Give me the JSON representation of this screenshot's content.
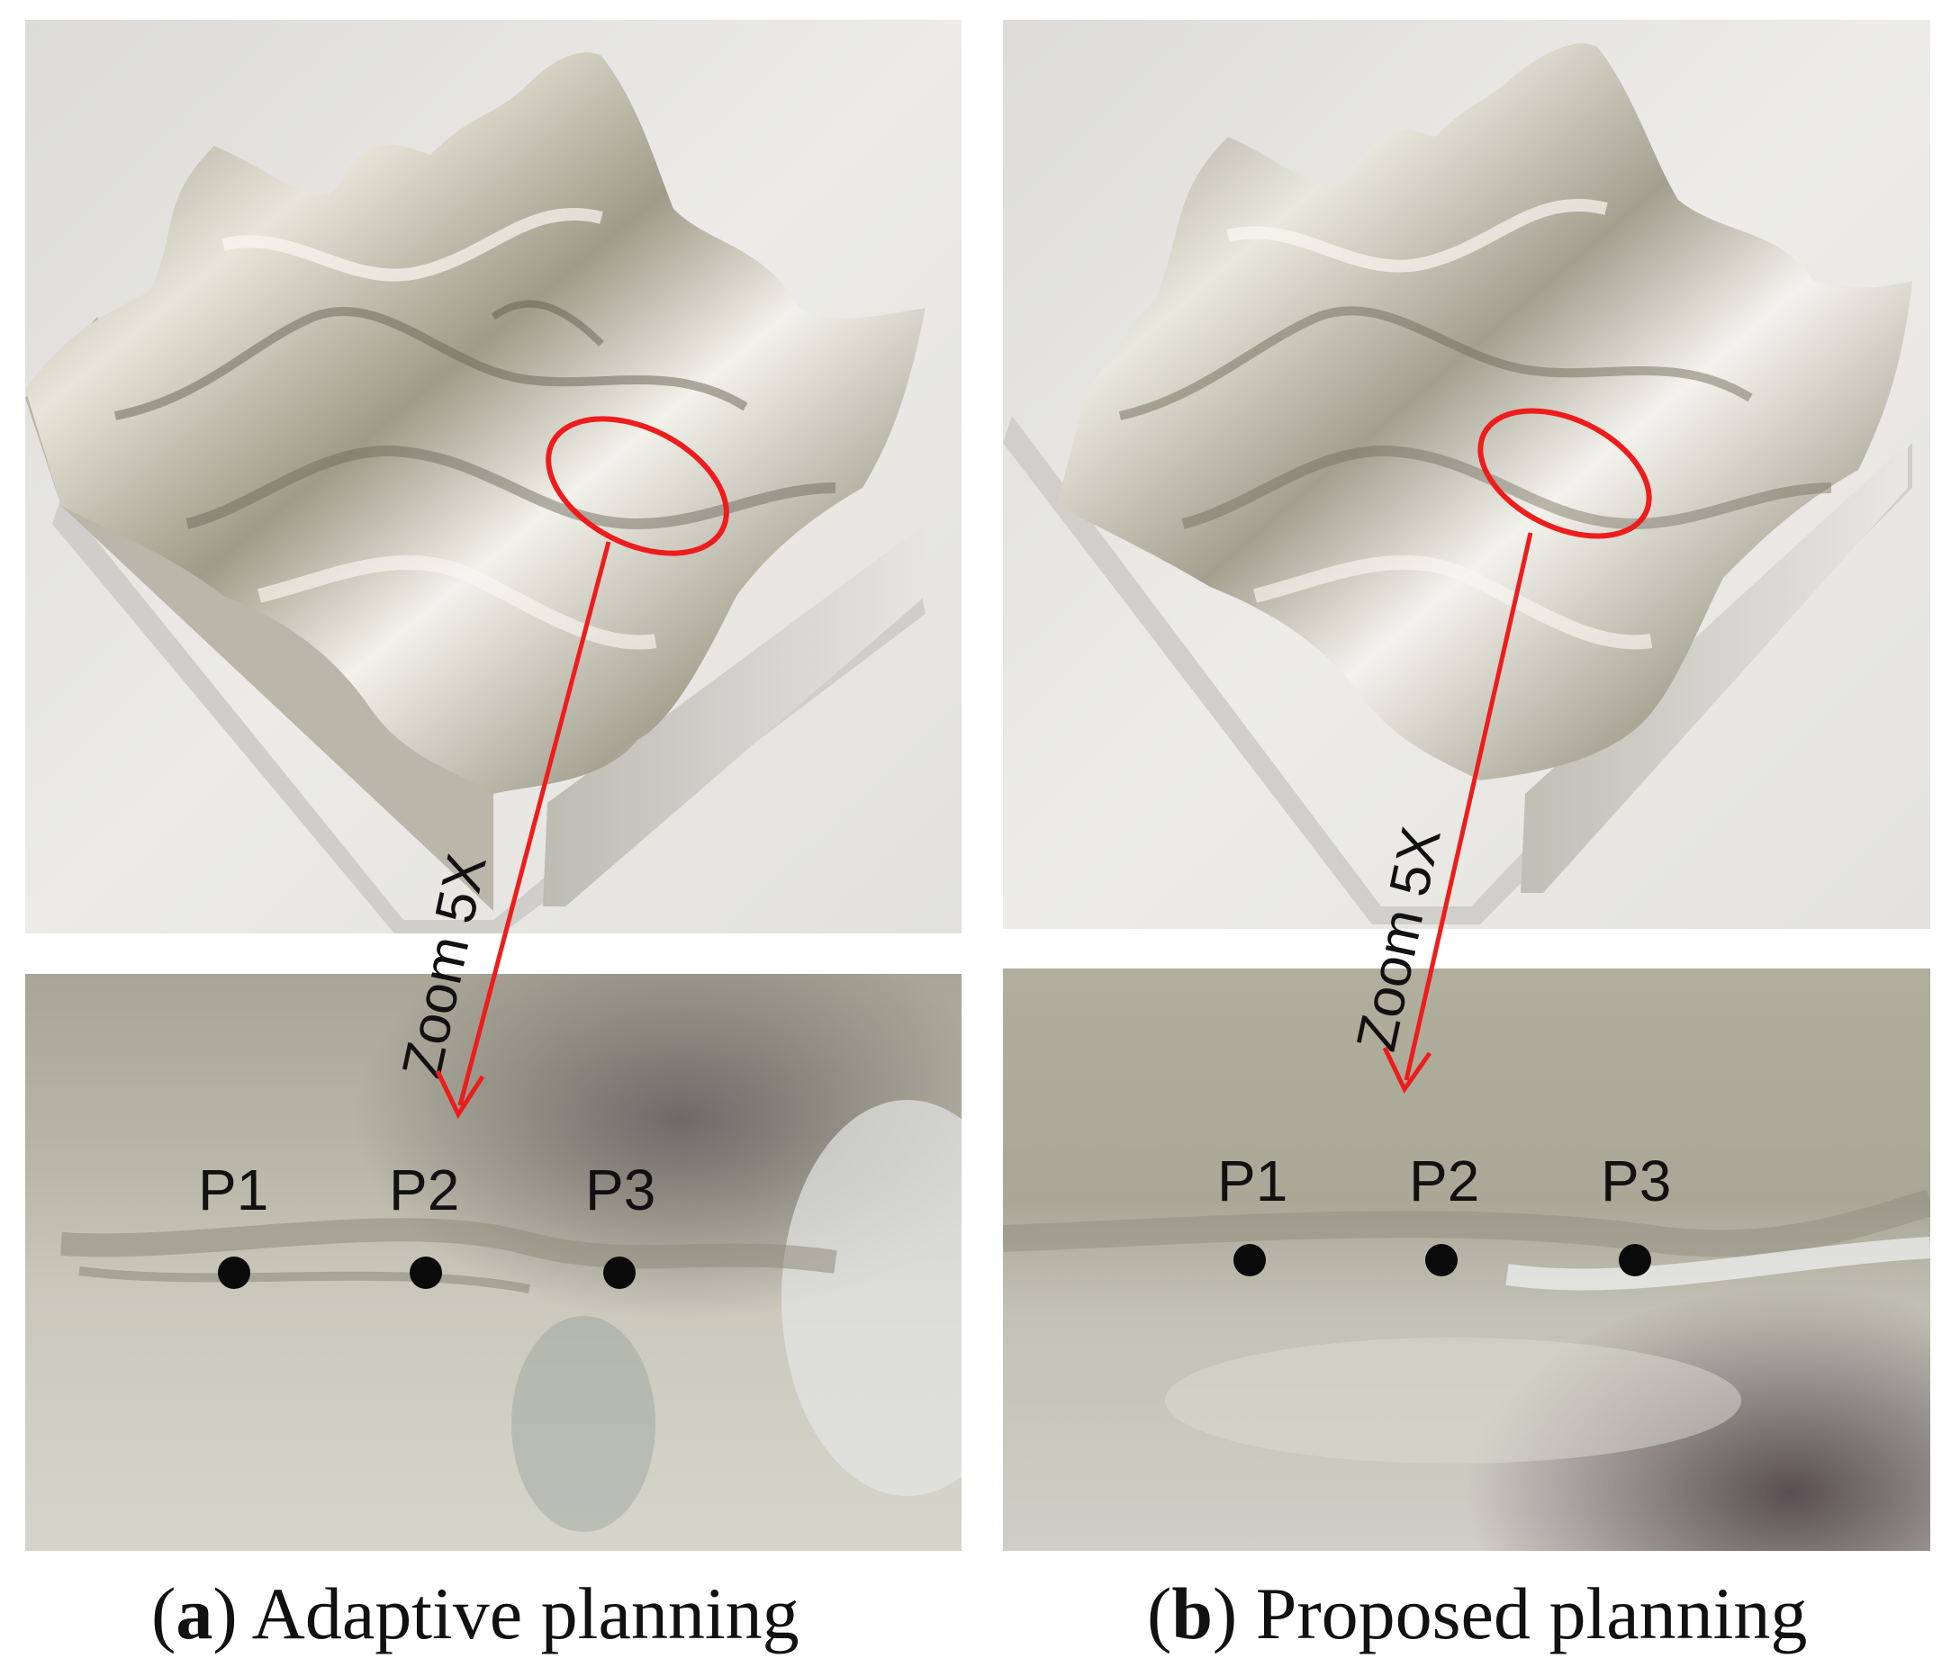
{
  "panels": [
    {
      "id": "a",
      "zoom_label": "Zoom  5X",
      "points": [
        "P1",
        "P2",
        "P3"
      ],
      "caption_letter": "a",
      "caption_text": "Adaptive planning"
    },
    {
      "id": "b",
      "zoom_label": "Zoom  5X",
      "points": [
        "P1",
        "P2",
        "P3"
      ],
      "caption_letter": "b",
      "caption_text": "Proposed planning"
    }
  ],
  "colors": {
    "highlight": "#ee1c1c",
    "metal": "#c9c7b8",
    "background": "#e9e8e3"
  }
}
